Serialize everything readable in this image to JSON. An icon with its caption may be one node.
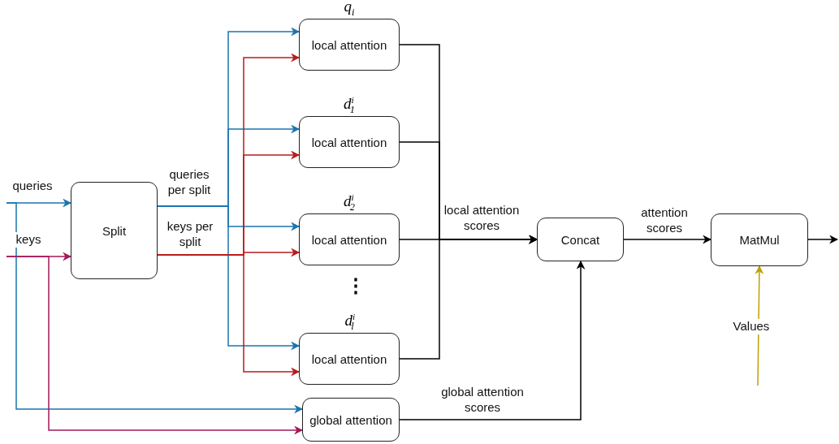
{
  "diagram": {
    "nodes": [
      {
        "text": [
          "Split"
        ]
      },
      {
        "text": [
          "q$_{i}$",
          "local attention"
        ]
      },
      {
        "text": [
          "d$^{i}$$_{1}$",
          "local attention"
        ]
      },
      {
        "text": [
          "d$^{i}$$_{2}$",
          "local attention"
        ]
      },
      {
        "text": [
          "d$^{i}$$_{l}$",
          "local attention"
        ]
      },
      {
        "text": [
          "global attention"
        ]
      },
      {
        "text": [
          "Concat"
        ]
      },
      {
        "text": [
          "MatMul"
        ]
      }
    ],
    "edges": [
      {
        "from": null,
        "to": 0,
        "arrow": "to",
        "label": "queries",
        "color": "#1a75b0"
      },
      {
        "from": null,
        "to": 0,
        "arrow": "to",
        "label": "keys",
        "color": "#a3185a"
      },
      {
        "from": 0,
        "to": 1,
        "arrow": "to",
        "label": "queries per split",
        "color": "#1a75b0"
      },
      {
        "from": 0,
        "to": 2,
        "arrow": "to",
        "color": "#1a75b0"
      },
      {
        "from": 0,
        "to": 3,
        "arrow": "to",
        "color": "#1a75b0"
      },
      {
        "from": 0,
        "to": 4,
        "arrow": "to",
        "color": "#1a75b0"
      },
      {
        "from": 0,
        "to": 1,
        "arrow": "to",
        "label": "keys per split",
        "color": "#b81c1c"
      },
      {
        "from": 0,
        "to": 2,
        "arrow": "to",
        "color": "#b81c1c"
      },
      {
        "from": 0,
        "to": 3,
        "arrow": "to",
        "color": "#b81c1c"
      },
      {
        "from": 0,
        "to": 4,
        "arrow": "to",
        "color": "#b81c1c"
      },
      {
        "from": null,
        "to": 5,
        "arrow": "to",
        "color": "#1a75b0"
      },
      {
        "from": null,
        "to": 5,
        "arrow": "to",
        "color": "#a3185a"
      },
      {
        "from": 1,
        "to": 6,
        "arrow": "to"
      },
      {
        "from": 2,
        "to": 6,
        "arrow": "to"
      },
      {
        "from": 3,
        "to": 6,
        "arrow": "to",
        "label": "local attention scores"
      },
      {
        "from": 4,
        "to": 6,
        "arrow": "to"
      },
      {
        "from": 5,
        "to": 6,
        "arrow": "to",
        "label": "global attention scores"
      },
      {
        "from": 6,
        "to": 7,
        "arrow": "to",
        "label": "attention scores"
      },
      {
        "from": 7,
        "to": null,
        "arrow": "to"
      },
      {
        "from": null,
        "to": 7,
        "arrow": "to",
        "label": "Values",
        "color": "#c0a000"
      }
    ],
    "labels": [
      "⋮"
    ]
  }
}
